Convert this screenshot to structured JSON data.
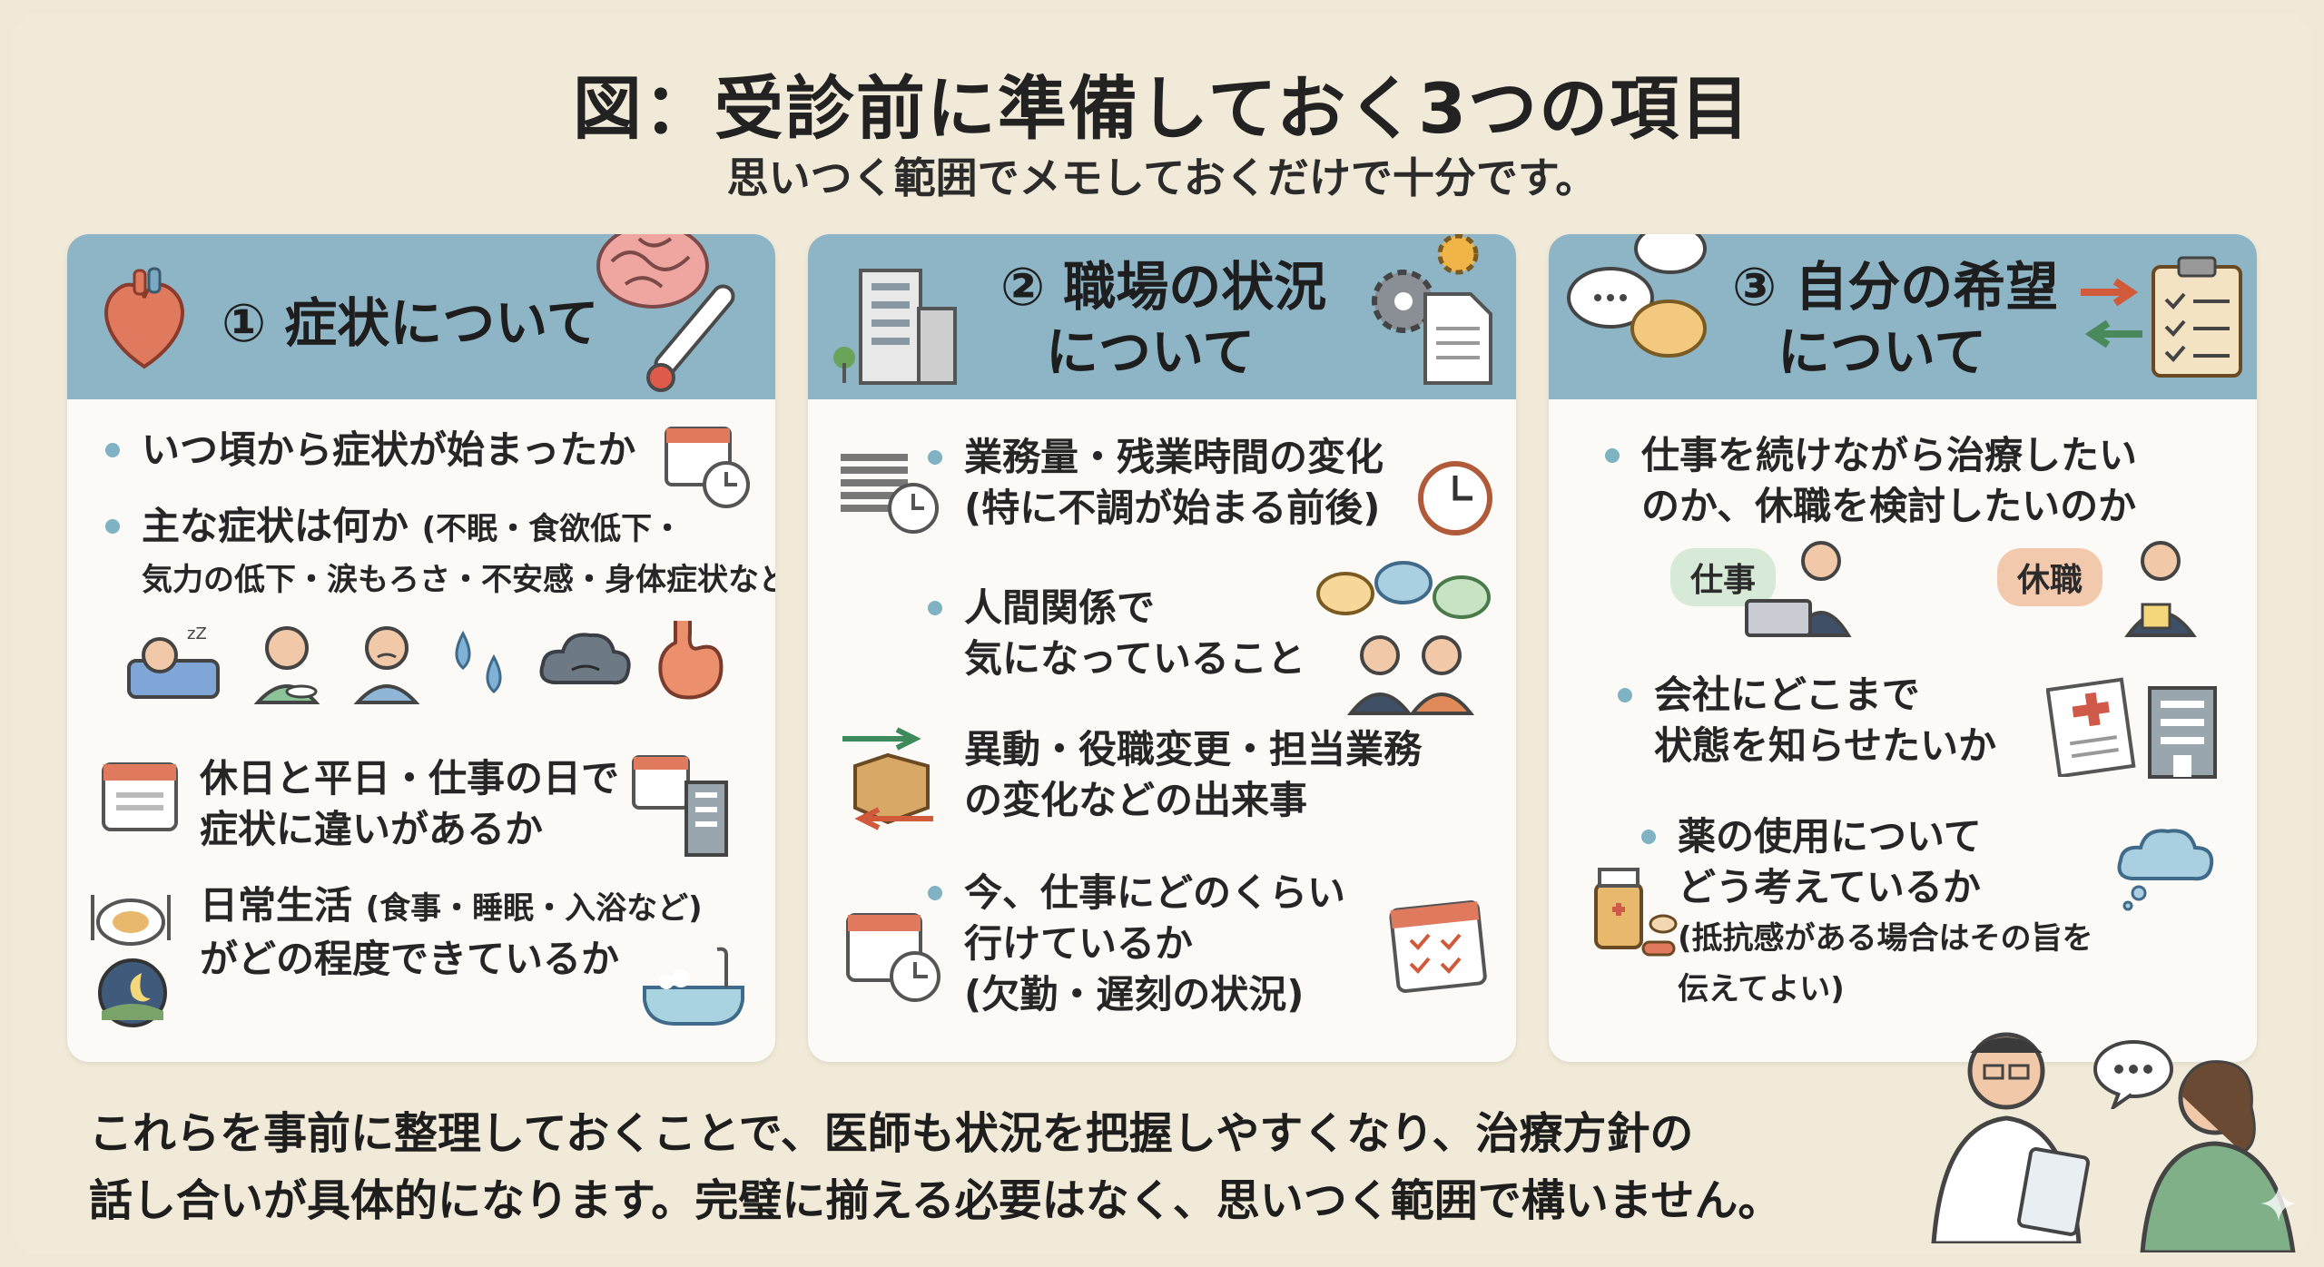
{
  "title": "図：受診前に準備しておく3つの項目",
  "subtitle": "思いつく範囲でメモしておくだけで十分です。",
  "cards": [
    {
      "title_lines": [
        "① 症状について"
      ],
      "items": [
        {
          "lines": [
            "いつ頃から症状が始まったか"
          ]
        },
        {
          "lines": [
            "主な症状は何か",
            "(不眠・食欲低下・",
            "気力の低下・涙もろさ・不安感・身体症状など)"
          ]
        },
        {
          "lines": [
            "休日と平日・仕事の日で",
            "症状に違いがあるか"
          ]
        },
        {
          "lines": [
            "日常生活",
            "(食事・睡眠・入浴など)",
            "がどの程度できているか"
          ]
        }
      ],
      "icons": [
        "heart-icon",
        "brain-icon",
        "thermometer-icon",
        "calendar-clock-icon",
        "sleeping-person-icon",
        "eating-person-icon",
        "sad-person-icon",
        "tears-icon",
        "gloomy-cloud-icon",
        "stomach-icon",
        "calendar-icon",
        "office-building-icon",
        "meal-plate-icon",
        "night-moon-icon",
        "bathtub-icon"
      ]
    },
    {
      "title_lines": [
        "② 職場の状況",
        "について"
      ],
      "items": [
        {
          "lines": [
            "業務量・残業時間の変化",
            "(特に不調が始まる前後)"
          ]
        },
        {
          "lines": [
            "人間関係で",
            "気になっていること"
          ]
        },
        {
          "lines": [
            "異動・役職変更・担当業務",
            "の変化などの出来事"
          ]
        },
        {
          "lines": [
            "今、仕事にどのくらい",
            "行けているか",
            "(欠勤・遅刻の状況)"
          ]
        }
      ],
      "icons": [
        "office-building-icon",
        "gear-icon",
        "document-icon",
        "paper-stack-icon",
        "clock-icon",
        "speech-bubbles-icon",
        "coworkers-icon",
        "transfer-box-icon",
        "calendar-icon",
        "attendance-calendar-icon"
      ]
    },
    {
      "title_lines": [
        "③ 自分の希望",
        "について"
      ],
      "items": [
        {
          "lines": [
            "仕事を続けながら治療したい",
            "のか、休職を検討したいのか"
          ]
        },
        {
          "lines": [
            "会社にどこまで",
            "状態を知らせたいか"
          ]
        },
        {
          "lines": [
            "薬の使用について",
            "どう考えているか",
            "(抵抗感がある場合はその旨を",
            "伝えてよい)"
          ]
        }
      ],
      "tags": [
        "仕事",
        "休職"
      ],
      "icons": [
        "thought-bubbles-icon",
        "arrows-icon",
        "checklist-icon",
        "working-woman-icon",
        "resting-woman-icon",
        "medical-document-icon",
        "office-building-icon",
        "medicine-bottle-icon",
        "thought-cloud-icon"
      ]
    }
  ],
  "footer_lines": [
    "これらを事前に整理しておくことで、医師も状況を把握しやすくなり、治療方針の",
    "話し合いが具体的になります。完璧に揃える必要はなく、思いつく範囲で構いません。"
  ],
  "colors": {
    "background": "#f0e8d6",
    "card_header": "#8db5c6",
    "card_body": "#fbfaf6",
    "bullet": "#7fb2c3",
    "tag_work": "#d6ead7",
    "tag_leave": "#f3c9ae"
  }
}
